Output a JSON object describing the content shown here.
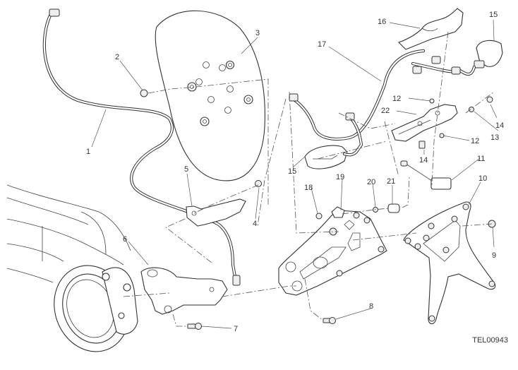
{
  "diagram": {
    "reference_code": "TEL00943",
    "callouts": [
      {
        "id": "1",
        "label": "1"
      },
      {
        "id": "2",
        "label": "2"
      },
      {
        "id": "3",
        "label": "3"
      },
      {
        "id": "4",
        "label": "4"
      },
      {
        "id": "5",
        "label": "5"
      },
      {
        "id": "6",
        "label": "6"
      },
      {
        "id": "7",
        "label": "7"
      },
      {
        "id": "8",
        "label": "8"
      },
      {
        "id": "9",
        "label": "9"
      },
      {
        "id": "10",
        "label": "10"
      },
      {
        "id": "11",
        "label": "11"
      },
      {
        "id": "12a",
        "label": "12"
      },
      {
        "id": "12b",
        "label": "12"
      },
      {
        "id": "13",
        "label": "13"
      },
      {
        "id": "14a",
        "label": "14"
      },
      {
        "id": "14b",
        "label": "14"
      },
      {
        "id": "15a",
        "label": "15"
      },
      {
        "id": "15b",
        "label": "15"
      },
      {
        "id": "16",
        "label": "16"
      },
      {
        "id": "17",
        "label": "17"
      },
      {
        "id": "18",
        "label": "18"
      },
      {
        "id": "19",
        "label": "19"
      },
      {
        "id": "20",
        "label": "20"
      },
      {
        "id": "21",
        "label": "21"
      },
      {
        "id": "22",
        "label": "22"
      }
    ]
  }
}
